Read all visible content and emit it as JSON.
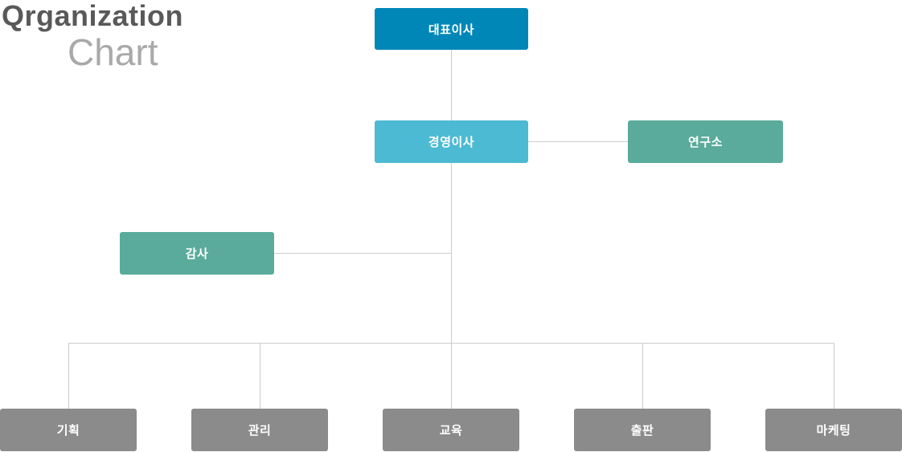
{
  "header": {
    "title_line1": "Qrganization",
    "title_line2": "Chart"
  },
  "chart_data": {
    "type": "org-chart",
    "title": "Qrganization Chart",
    "line_color": "#cccccc",
    "nodes": {
      "ceo": {
        "label": "대표이사",
        "color": "#0087b8",
        "level": 1
      },
      "md": {
        "label": "경영이사",
        "color": "#4dbad3",
        "level": 2
      },
      "lab": {
        "label": "연구소",
        "color": "#5aab9b",
        "level": 2
      },
      "audit": {
        "label": "감사",
        "color": "#5aab9b",
        "level": 3
      },
      "planning": {
        "label": "기획",
        "color": "#8b8b8b",
        "level": 4
      },
      "admin": {
        "label": "관리",
        "color": "#8b8b8b",
        "level": 4
      },
      "education": {
        "label": "교육",
        "color": "#8b8b8b",
        "level": 4
      },
      "publish": {
        "label": "출판",
        "color": "#8b8b8b",
        "level": 4
      },
      "marketing": {
        "label": "마케팅",
        "color": "#8b8b8b",
        "level": 4
      }
    },
    "edges": [
      {
        "from": "대표이사",
        "to": "경영이사"
      },
      {
        "from": "경영이사",
        "to": "연구소"
      },
      {
        "from": "경영이사",
        "to": "감사"
      },
      {
        "from": "경영이사",
        "to": "기획"
      },
      {
        "from": "경영이사",
        "to": "관리"
      },
      {
        "from": "경영이사",
        "to": "교육"
      },
      {
        "from": "경영이사",
        "to": "출판"
      },
      {
        "from": "경영이사",
        "to": "마케팅"
      }
    ]
  }
}
